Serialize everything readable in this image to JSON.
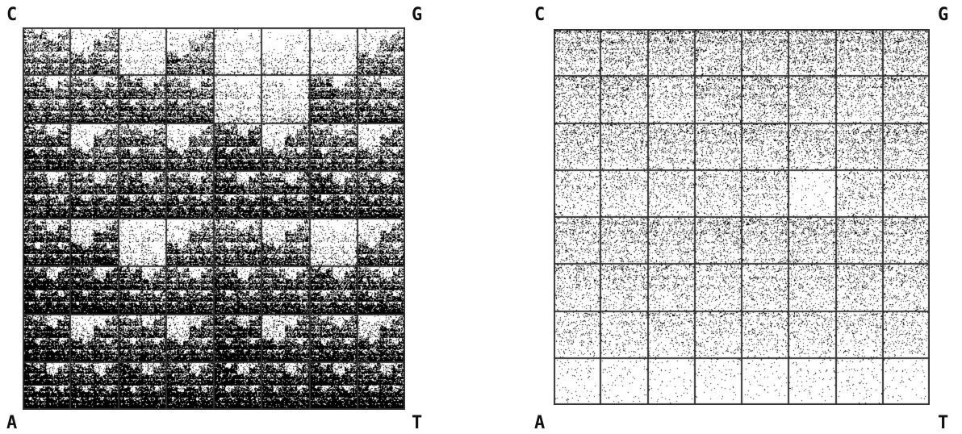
{
  "figure": {
    "panels": [
      {
        "corners": {
          "top_left": "C",
          "top_right": "G",
          "bottom_left": "A",
          "bottom_right": "T"
        },
        "grid_divisions": 8,
        "pattern": "fractal"
      },
      {
        "corners": {
          "top_left": "C",
          "top_right": "G",
          "bottom_left": "A",
          "bottom_right": "T"
        },
        "grid_divisions": 8,
        "pattern": "banded"
      }
    ],
    "colors": {
      "dots": "#000000",
      "grid": "#333333",
      "background": "#ffffff"
    }
  }
}
